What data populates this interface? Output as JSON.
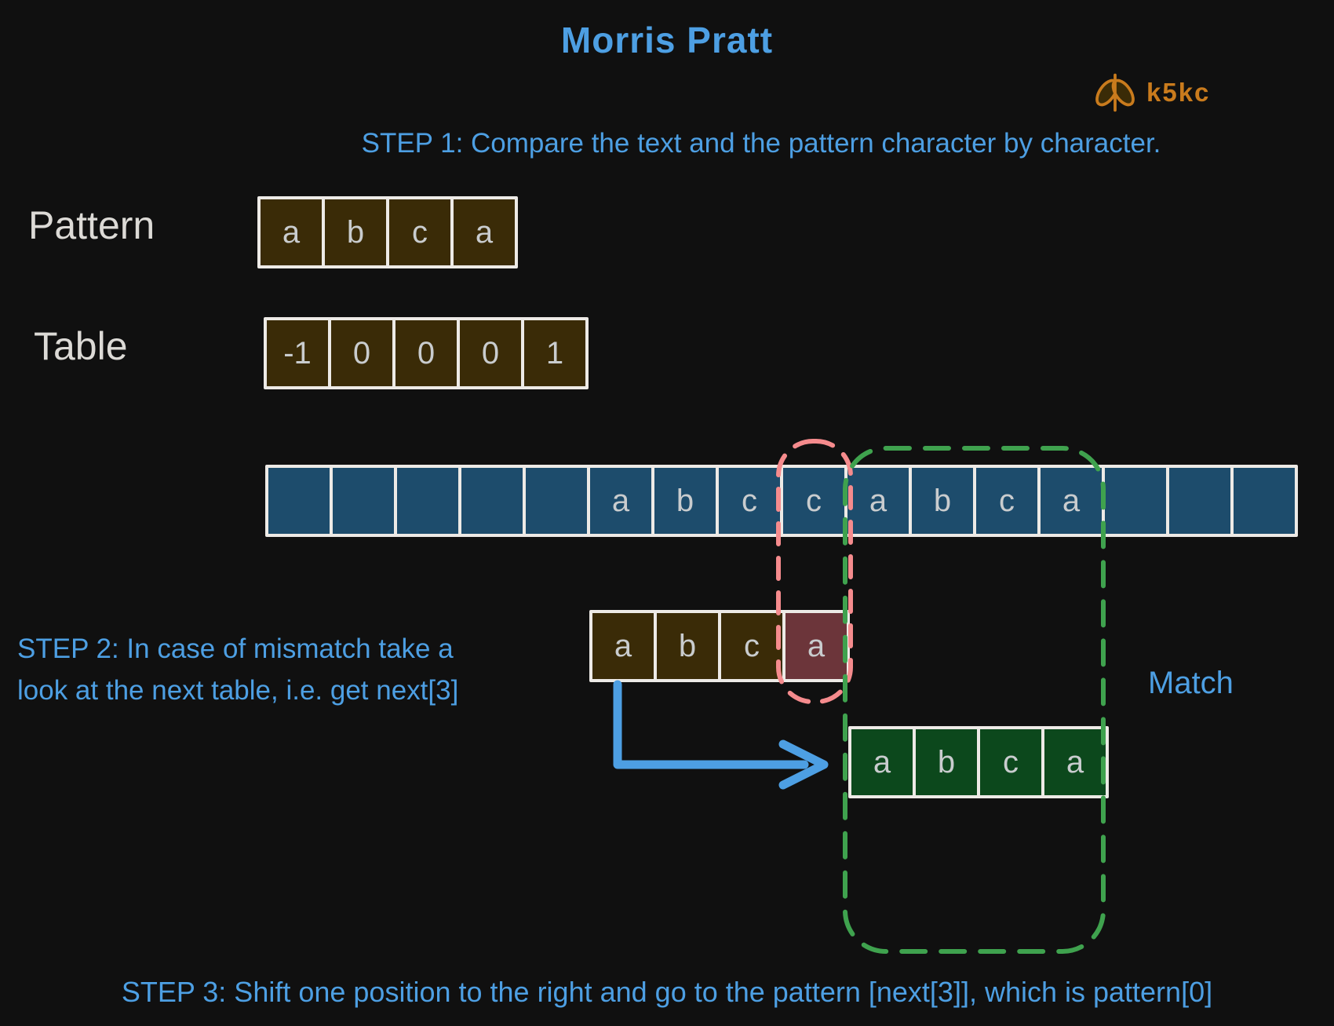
{
  "title": "Morris Pratt",
  "logo": {
    "brand": "k5kc",
    "icon": "butterfly-icon",
    "color": "#c97b1d"
  },
  "steps": {
    "step1": "STEP 1: Compare the text and the pattern character by character.",
    "step2_line1": "STEP 2: In case of mismatch take a",
    "step2_line2": "look at the next table, i.e. get next[3]",
    "step3": "STEP 3: Shift one position to the right and go to the pattern [next[3]], which is pattern[0]",
    "match_label": "Match"
  },
  "pattern": {
    "label": "Pattern",
    "cells": [
      "a",
      "b",
      "c",
      "a"
    ]
  },
  "table": {
    "label": "Table",
    "cells": [
      "-1",
      "0",
      "0",
      "0",
      "1"
    ]
  },
  "text": {
    "cells": [
      "",
      "",
      "",
      "",
      "",
      "a",
      "b",
      "c",
      "c",
      "a",
      "b",
      "c",
      "a",
      "",
      "",
      ""
    ]
  },
  "mismatch_pattern": {
    "cells": [
      "a",
      "b",
      "c",
      "a"
    ],
    "mismatch_index": 3
  },
  "shifted_pattern": {
    "cells": [
      "a",
      "b",
      "c",
      "a"
    ]
  },
  "colors": {
    "background": "#101010",
    "blue_text": "#4d9fe3",
    "pattern_cell": "#3a2b07",
    "text_cell": "#1d4c6c",
    "mismatch_cell": "#6c353a",
    "match_cell": "#0c481c",
    "cell_border": "#edeae6",
    "pink_dash": "#f58b8d",
    "green_dash": "#3fa24e",
    "logo_orange": "#c97b1d"
  }
}
